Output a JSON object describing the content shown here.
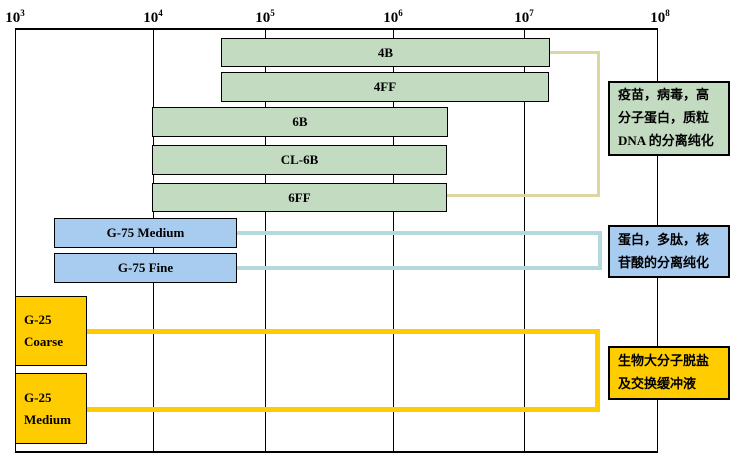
{
  "axis": {
    "base": "10",
    "exponents": [
      "3",
      "4",
      "5",
      "6",
      "7",
      "8"
    ]
  },
  "bars": [
    {
      "label": "4B"
    },
    {
      "label": "4FF"
    },
    {
      "label": "6B"
    },
    {
      "label": "CL-6B"
    },
    {
      "label": "6FF"
    },
    {
      "label": "G-75 Medium"
    },
    {
      "label": "G-75 Fine"
    },
    {
      "label_line1": "G-25",
      "label_line2": "Coarse"
    },
    {
      "label_line1": "G-25",
      "label_line2": "Medium"
    }
  ],
  "annotations": [
    {
      "line1": "疫苗，病毒，高",
      "line2": "分子蛋白，质粒",
      "line3": "DNA 的分离纯化"
    },
    {
      "line1": "蛋白，多肽，核",
      "line2": "苷酸的分离纯化"
    },
    {
      "line1": "生物大分子脱盐",
      "line2": "及交换缓冲液"
    }
  ],
  "colors": {
    "bar_green": "#c3dbc1",
    "bar_blue": "#a8cbf0",
    "bar_gold": "#ffcc00",
    "connector_beige": "#dcd7a2",
    "connector_lightblue": "#b4d8dd",
    "connector_gold": "#ffcc00",
    "border": "#000000"
  },
  "chart_data": {
    "type": "bar",
    "subtype": "horizontal-range-bars",
    "x_scale": "log10",
    "x_tick_labels": [
      "10^3",
      "10^4",
      "10^5",
      "10^6",
      "10^7",
      "10^8"
    ],
    "xlim": [
      1000,
      100000000
    ],
    "grid": "vertical-gridlines-on",
    "series": [
      {
        "name": "4B",
        "range": [
          60000,
          20000000
        ],
        "color": "#c3dbc1",
        "application": "疫苗，病毒，高分子蛋白，质粒DNA 的分离纯化"
      },
      {
        "name": "4FF",
        "range": [
          60000,
          20000000
        ],
        "color": "#c3dbc1",
        "application": "疫苗，病毒，高分子蛋白，质粒DNA 的分离纯化"
      },
      {
        "name": "6B",
        "range": [
          10000,
          4000000
        ],
        "color": "#c3dbc1",
        "application": "疫苗，病毒，高分子蛋白，质粒DNA 的分离纯化"
      },
      {
        "name": "CL-6B",
        "range": [
          10000,
          4000000
        ],
        "color": "#c3dbc1",
        "application": "疫苗，病毒，高分子蛋白，质粒DNA 的分离纯化"
      },
      {
        "name": "6FF",
        "range": [
          10000,
          4000000
        ],
        "color": "#c3dbc1",
        "application": "疫苗，病毒，高分子蛋白，质粒DNA 的分离纯化"
      },
      {
        "name": "G-75 Medium",
        "range": [
          3000,
          80000
        ],
        "color": "#a8cbf0",
        "application": "蛋白，多肽，核苷酸的分离纯化"
      },
      {
        "name": "G-75 Fine",
        "range": [
          3000,
          80000
        ],
        "color": "#a8cbf0",
        "application": "蛋白，多肽，核苷酸的分离纯化"
      },
      {
        "name": "G-25 Coarse",
        "range": [
          1000,
          5000
        ],
        "color": "#ffcc00",
        "application": "生物大分子脱盐及交换缓冲液"
      },
      {
        "name": "G-25 Medium",
        "range": [
          1000,
          5000
        ],
        "color": "#ffcc00",
        "application": "生物大分子脱盐及交换缓冲液"
      }
    ]
  }
}
